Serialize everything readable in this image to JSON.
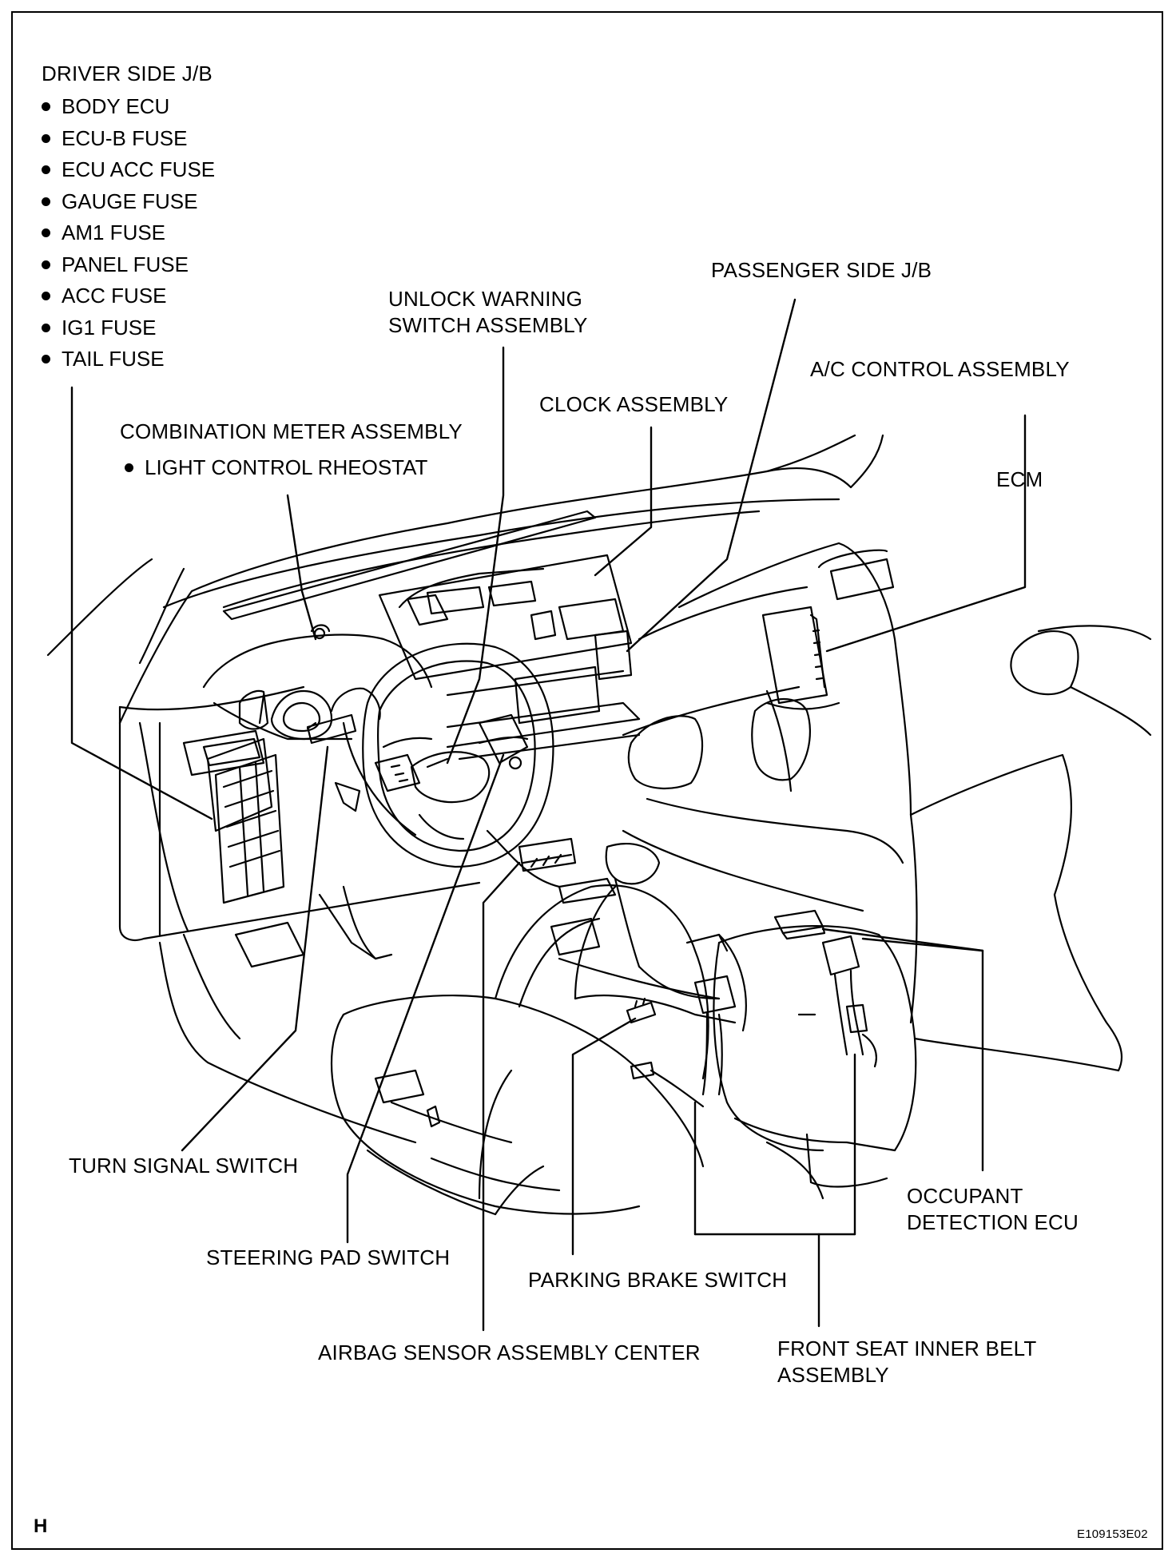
{
  "labels": {
    "driver_side_jb": {
      "title": "DRIVER SIDE J/B",
      "items": [
        "BODY ECU",
        "ECU-B FUSE",
        "ECU ACC FUSE",
        "GAUGE FUSE",
        "AM1 FUSE",
        "PANEL FUSE",
        "ACC FUSE",
        "IG1 FUSE",
        "TAIL FUSE"
      ]
    },
    "unlock_warning_switch": [
      "UNLOCK WARNING",
      "SWITCH ASSEMBLY"
    ],
    "passenger_side_jb": "PASSENGER SIDE J/B",
    "ac_control_assembly": "A/C CONTROL ASSEMBLY",
    "clock_assembly": "CLOCK ASSEMBLY",
    "combination_meter": {
      "title": "COMBINATION METER ASSEMBLY",
      "items": [
        "LIGHT CONTROL RHEOSTAT"
      ]
    },
    "ecm": "ECM",
    "turn_signal_switch": "TURN SIGNAL SWITCH",
    "occupant_detection_ecu": [
      "OCCUPANT",
      "DETECTION ECU"
    ],
    "steering_pad_switch": "STEERING PAD SWITCH",
    "parking_brake_switch": "PARKING BRAKE SWITCH",
    "airbag_sensor_center": "AIRBAG  SENSOR ASSEMBLY CENTER",
    "front_seat_inner_belt": [
      "FRONT SEAT INNER BELT",
      "ASSEMBLY"
    ]
  },
  "corner": {
    "section_letter": "H",
    "figure_id": "E109153E02"
  }
}
